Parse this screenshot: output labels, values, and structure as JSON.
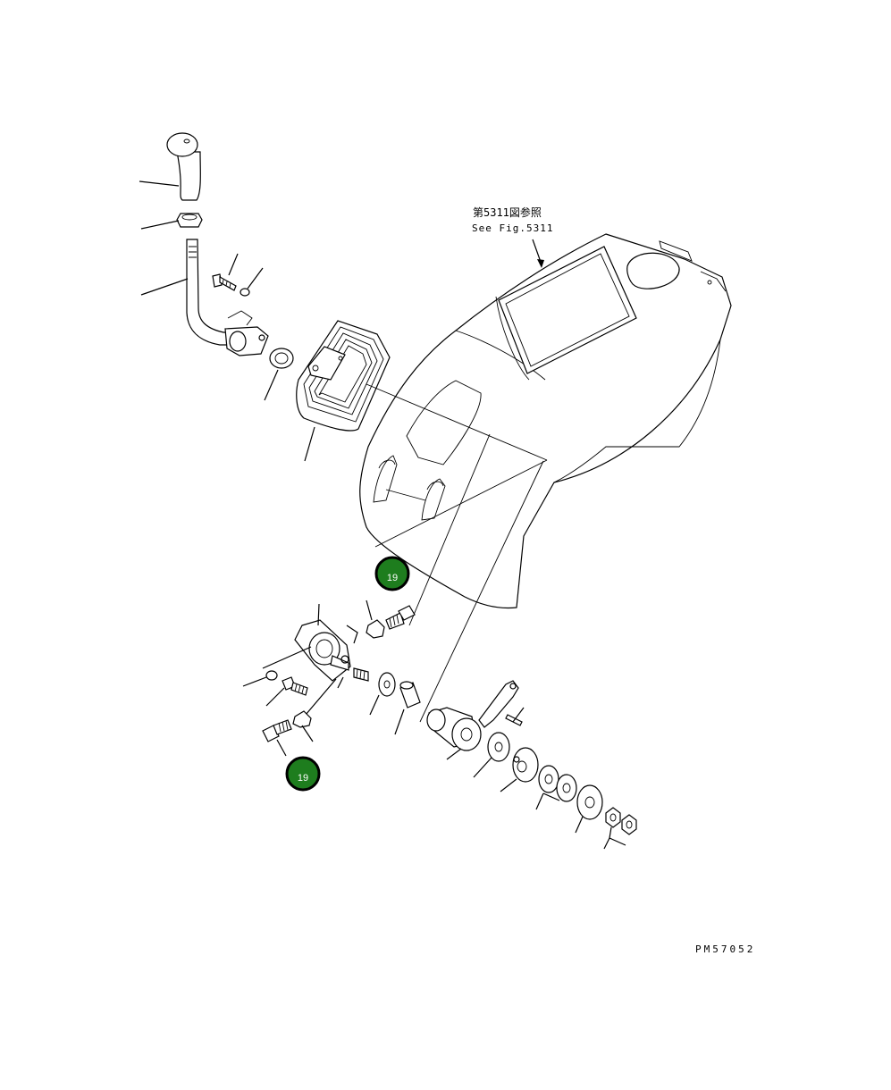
{
  "reference_note": {
    "jp": "第5311図参照",
    "en": "See Fig.5311"
  },
  "drawing_code": "PM57052",
  "callouts": [
    {
      "id": "callout-19-upper",
      "label": "19"
    },
    {
      "id": "callout-19-lower",
      "label": "19"
    }
  ],
  "colors": {
    "callout_fill": "#1e7d1e",
    "callout_text": "#ffffff",
    "line": "#000000",
    "background": "#ffffff"
  }
}
